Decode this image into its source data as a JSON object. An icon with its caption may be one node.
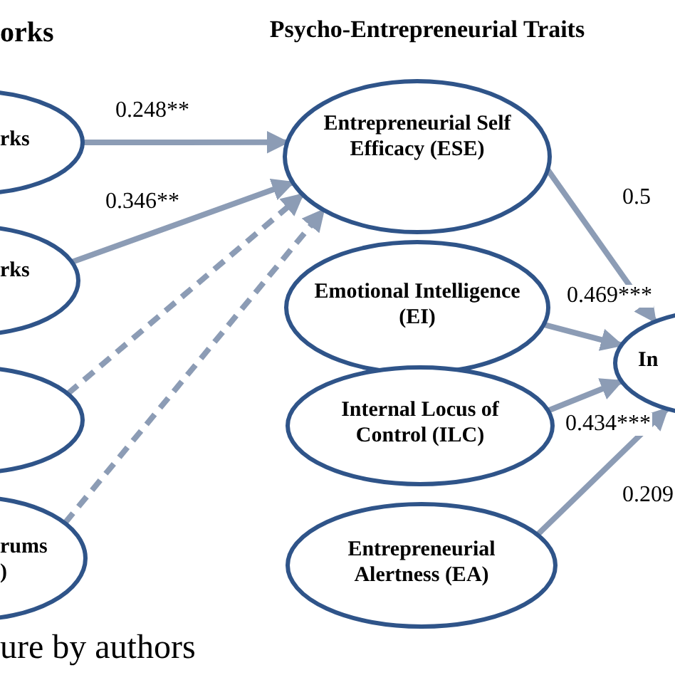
{
  "diagram": {
    "caption": "ure by authors",
    "nodes": [
      {
        "text": [
          "rks"
        ]
      },
      {
        "text": [
          "rks"
        ]
      },
      {
        "text": [],
        "shape": "ellipse"
      },
      {
        "text": [
          "rums )"
        ]
      },
      {
        "text": [
          "Entrepreneurial Self Efficacy (ESE)"
        ]
      },
      {
        "text": [
          "Emotional Intelligence (EI)"
        ]
      },
      {
        "text": [
          "Internal Locus of Control (ILC)"
        ]
      },
      {
        "text": [
          "Entrepreneurial Alertness (EA)"
        ]
      },
      {
        "text": [
          "In"
        ]
      }
    ],
    "edges": [
      {
        "from": 0,
        "to": 4,
        "arrow": "to",
        "label": "0.248**"
      },
      {
        "from": 1,
        "to": 4,
        "arrow": "to",
        "label": "0.346**"
      },
      {
        "from": 2,
        "to": 4,
        "arrow": "to",
        "style": "dashed"
      },
      {
        "from": 3,
        "to": 4,
        "arrow": "to",
        "style": "dashed"
      },
      {
        "from": 4,
        "to": 8,
        "arrow": "to",
        "label": "0.5"
      },
      {
        "from": 5,
        "to": 8,
        "arrow": "to",
        "label": "0.469***"
      },
      {
        "from": 6,
        "to": 8,
        "arrow": "to",
        "label": "0.434***"
      },
      {
        "from": 7,
        "to": 8,
        "arrow": "to",
        "label": "0.209"
      }
    ],
    "labels": [
      "orks",
      "Psycho-Entrepreneurial Traits"
    ]
  }
}
